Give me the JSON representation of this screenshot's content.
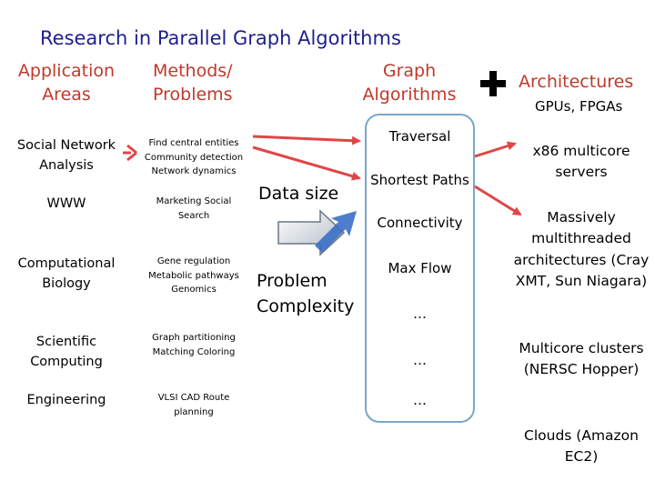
{
  "title": "Research in Parallel Graph Algorithms",
  "headers": {
    "application_areas": "Application Areas",
    "methods": "Methods/ Problems",
    "graph_algorithms": "Graph Algorithms",
    "architectures": "Architectures",
    "architectures_sub": "GPUs, FPGAs"
  },
  "applications": [
    {
      "area": "Social Network Analysis",
      "methods": "Find central entities Community detection Network dynamics"
    },
    {
      "area": "WWW",
      "methods": "Marketing Social Search"
    },
    {
      "area": "Computational Biology",
      "methods": "Gene regulation Metabolic pathways Genomics"
    },
    {
      "area": "Scientific Computing",
      "methods": "Graph partitioning Matching Coloring"
    },
    {
      "area": "Engineering",
      "methods": "VLSI CAD Route planning"
    }
  ],
  "middle": {
    "data_size": "Data size",
    "problem_complexity": "Problem Complexity"
  },
  "algorithms": [
    "Traversal",
    "Shortest Paths",
    "Connectivity",
    "Max Flow",
    "…",
    "…",
    "…"
  ],
  "architectures": [
    "x86 multicore servers",
    "Massively multithreaded architectures (Cray XMT, Sun Niagara)",
    "Multicore clusters (NERSC Hopper)",
    "Clouds (Amazon EC2)"
  ],
  "colors": {
    "title": "#1f1f8f",
    "header": "#c0392b",
    "arrow": "#e04646",
    "box_border": "#7aa6c9"
  }
}
